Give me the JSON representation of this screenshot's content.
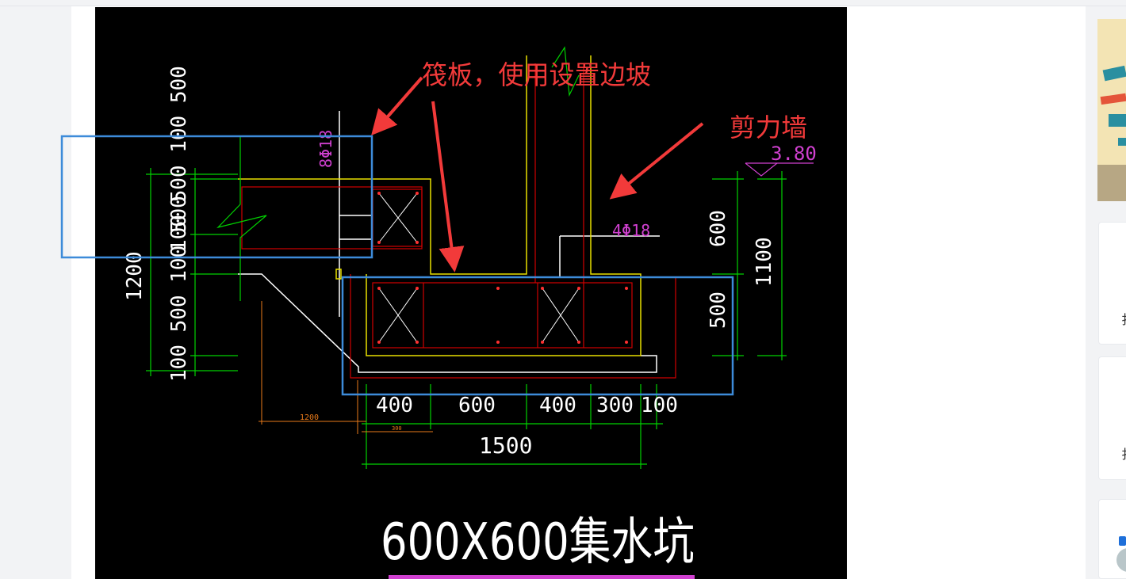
{
  "drawing": {
    "annotation_raft": "筏板，使用设置边坡",
    "annotation_wall": "剪力墙",
    "caption": "600X600集水坑",
    "rebar_top": "8Φ18",
    "rebar_mid": "4Φ18",
    "elevation": "3.80",
    "dims_left_total": "1200",
    "dims_left_parts": "100 500 100 500",
    "dims_right_600": "600",
    "dims_right_500": "500",
    "dims_right_1100": "1100",
    "dims_bottom": [
      "400",
      "600",
      "400",
      "300",
      "100"
    ],
    "dims_bottom_total": "1500",
    "dim_orange_1200": "1200",
    "dim_orange_small": "300"
  },
  "sidebar": {
    "card1_text": "扌",
    "card2_text": "扌"
  },
  "colors": {
    "annotation_red": "#f23a3a",
    "highlight_blue": "#3d8bd9",
    "cad_green": "#00d100",
    "cad_yellow": "#e8e000",
    "cad_red": "#d00000",
    "cad_magenta": "#d040d0"
  }
}
